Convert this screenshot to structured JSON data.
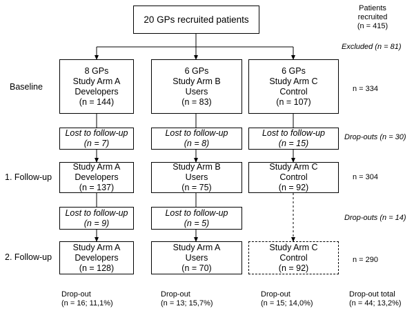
{
  "top": {
    "label": "20 GPs recruited patients"
  },
  "baseline": {
    "arm_a": [
      "8 GPs",
      "Study Arm A",
      "Developers",
      "(n = 144)"
    ],
    "arm_b": [
      "6 GPs",
      "Study Arm B",
      "Users",
      "(n = 83)"
    ],
    "arm_c": [
      "6 GPs",
      "Study Arm C",
      "Control",
      "(n = 107)"
    ]
  },
  "lost1": {
    "a": [
      "Lost to follow-up",
      "(n = 7)"
    ],
    "b": [
      "Lost to follow-up",
      "(n = 8)"
    ],
    "c": [
      "Lost to follow-up",
      "(n = 15)"
    ]
  },
  "fu1": {
    "arm_a": [
      "Study Arm A",
      "Developers",
      "(n = 137)"
    ],
    "arm_b": [
      "Study Arm B",
      "Users",
      "(n = 75)"
    ],
    "arm_c": [
      "Study Arm C",
      "Control",
      "(n = 92)"
    ]
  },
  "lost2": {
    "a": [
      "Lost to follow-up",
      "(n = 9)"
    ],
    "b": [
      "Lost to follow-up",
      "(n = 5)"
    ]
  },
  "fu2": {
    "arm_a": [
      "Study Arm A",
      "Developers",
      "(n = 128)"
    ],
    "arm_b": [
      "Study Arm A",
      "Users",
      "(n = 70)"
    ],
    "arm_c": [
      "Study Arm C",
      "Control",
      "(n = 92)"
    ]
  },
  "stages": {
    "baseline": "Baseline",
    "fu1": "1. Follow-up",
    "fu2": "2. Follow-up"
  },
  "right": {
    "recruited": [
      "Patients",
      "recruited",
      "(n = 415)"
    ],
    "excluded": "Excluded (n = 81)",
    "baseline_n": "n = 334",
    "dropouts1": "Drop-outs (n = 30)",
    "fu1_n": "n = 304",
    "dropouts2": "Drop-outs (n = 14)",
    "fu2_n": "n = 290"
  },
  "dropout": {
    "a": [
      "Drop-out",
      "(n = 16; 11,1%)"
    ],
    "b": [
      "Drop-out",
      "(n = 13; 15,7%)"
    ],
    "c": [
      "Drop-out",
      "(n = 15; 14,0%)"
    ],
    "total": [
      "Drop-out total",
      "(n = 44; 13,2%)"
    ]
  }
}
